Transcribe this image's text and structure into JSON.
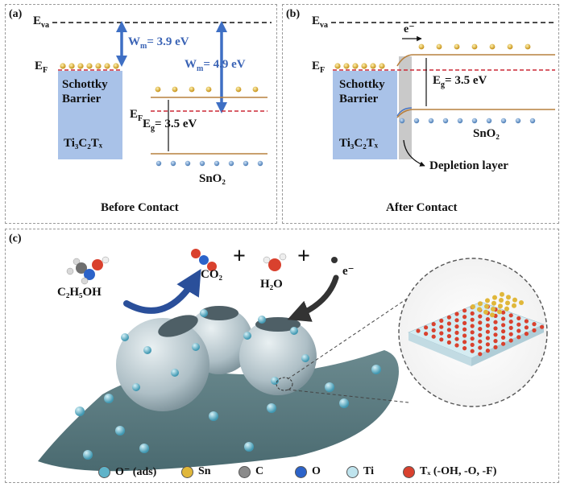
{
  "panel_a": {
    "label": "(a)",
    "evac": "E",
    "evac_sub": "va",
    "ef_left": "E",
    "ef_left_sub": "F",
    "ef_right": "E",
    "ef_right_sub": "F",
    "wm_left": "W",
    "wm_left_sub": "m",
    "wm_left_val": "= 3.9 eV",
    "wm_right": "W",
    "wm_right_sub": "m",
    "wm_right_val": "= 4.9 eV",
    "barrier_line1": "Schottky",
    "barrier_line2": "Barrier",
    "material_left": "Ti₃C₂Tₓ",
    "eg": "E",
    "eg_sub": "g",
    "eg_val": "= 3.5 eV",
    "material_right": "SnO₂",
    "caption": "Before Contact"
  },
  "panel_b": {
    "label": "(b)",
    "evac": "E",
    "evac_sub": "va",
    "ef": "E",
    "ef_sub": "F",
    "electron": "e⁻",
    "barrier_line1": "Schottky",
    "barrier_line2": "Barrier",
    "material_left": "Ti₃C₂Tₓ",
    "eg": "E",
    "eg_sub": "g",
    "eg_val": "= 3.5 eV",
    "material_right": "SnO₂",
    "depletion": "Depletion layer",
    "caption": "After Contact"
  },
  "panel_c": {
    "label": "(c)",
    "ethanol": "C₂H₅OH",
    "co2": "CO₂",
    "h2o": "H₂O",
    "plus1": "+",
    "plus2": "+",
    "electron": "e⁻"
  },
  "legend": [
    {
      "label": "O⁻ (ads)",
      "color": "#5fb3c9"
    },
    {
      "label": "Sn",
      "color": "#e0b73a"
    },
    {
      "label": "C",
      "color": "#8a8a8a"
    },
    {
      "label": "O",
      "color": "#2c63c9"
    },
    {
      "label": "Ti",
      "color": "#bfe4ee"
    },
    {
      "label": "Tₓ (-OH, -O, -F)",
      "color": "#d9412e"
    }
  ],
  "colors": {
    "metal_block": "#a9c2e8",
    "band": "#b7803f",
    "fermi": "#cc2936",
    "arrow_blue": "#3e6fc4",
    "substrate": "#5d7f84",
    "sphere": "#b9c9cf"
  }
}
